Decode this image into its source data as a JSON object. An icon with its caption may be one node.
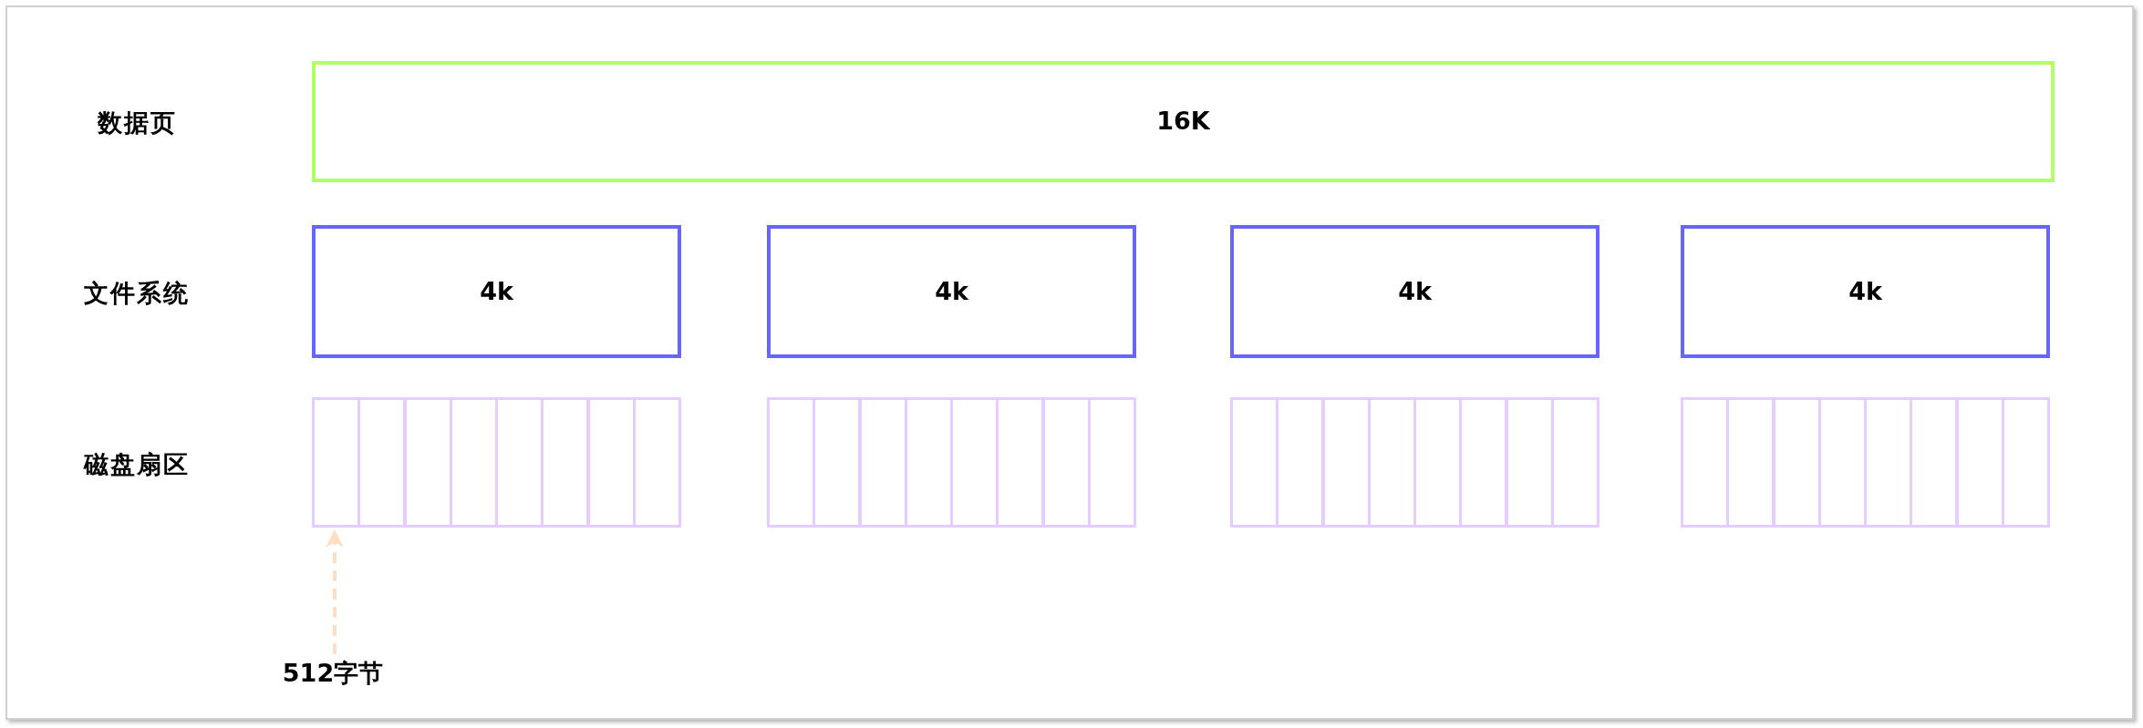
{
  "diagram": {
    "nodes": [
      {
        "text": [
          "16K"
        ]
      },
      {
        "text": [
          "4k"
        ]
      },
      {
        "text": [
          "4k"
        ]
      },
      {
        "text": [
          "4k"
        ]
      },
      {
        "text": [
          "4k"
        ]
      },
      {
        "text": [],
        "shape": "box"
      },
      {
        "text": [],
        "shape": "box"
      },
      {
        "text": [],
        "shape": "box"
      },
      {
        "text": [],
        "shape": "box"
      },
      {
        "text": [],
        "shape": "box"
      },
      {
        "text": [],
        "shape": "box"
      },
      {
        "text": [],
        "shape": "box"
      },
      {
        "text": [],
        "shape": "box"
      },
      {
        "text": [],
        "shape": "box"
      },
      {
        "text": [],
        "shape": "box"
      },
      {
        "text": [],
        "shape": "box"
      },
      {
        "text": [],
        "shape": "box"
      },
      {
        "text": [],
        "shape": "box"
      },
      {
        "text": [],
        "shape": "box"
      },
      {
        "text": [],
        "shape": "box"
      },
      {
        "text": [],
        "shape": "box"
      },
      {
        "text": [],
        "shape": "box"
      },
      {
        "text": [],
        "shape": "box"
      },
      {
        "text": [],
        "shape": "box"
      },
      {
        "text": [],
        "shape": "box"
      },
      {
        "text": [],
        "shape": "box"
      },
      {
        "text": [],
        "shape": "box"
      },
      {
        "text": [],
        "shape": "box"
      },
      {
        "text": [],
        "shape": "box"
      },
      {
        "text": [],
        "shape": "box"
      },
      {
        "text": [],
        "shape": "box"
      },
      {
        "text": [],
        "shape": "box"
      },
      {
        "text": [],
        "shape": "box"
      },
      {
        "text": [],
        "shape": "box"
      },
      {
        "text": [],
        "shape": "box"
      },
      {
        "text": [],
        "shape": "box"
      },
      {
        "text": [],
        "shape": "box"
      },
      {
        "text": [
          "512字节"
        ]
      }
    ],
    "edges": [
      {
        "from": 37,
        "to": 5,
        "arrow": "to",
        "style": "dashed",
        "color": "#ffdfc4"
      }
    ],
    "labels": [
      "数据页",
      "文件系统",
      "磁盘扇区"
    ]
  }
}
